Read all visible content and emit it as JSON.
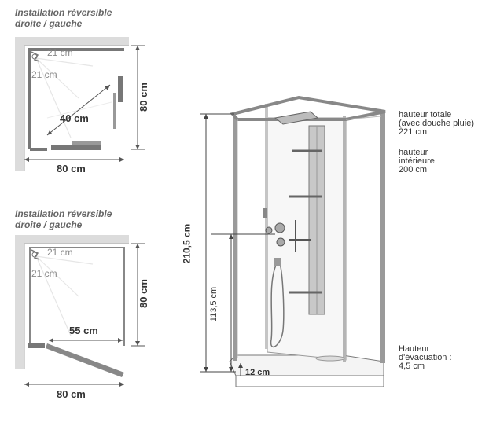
{
  "plan_top": {
    "caption_line1": "Installation réversible",
    "caption_line2": "droite / gauche",
    "angle_label_a": "21 cm",
    "angle_label_b": "21 cm",
    "door_width": "40 cm",
    "width": "80 cm",
    "depth": "80 cm"
  },
  "plan_bottom": {
    "caption_line1": "Installation réversible",
    "caption_line2": "droite / gauche",
    "angle_label_a": "21 cm",
    "angle_label_b": "21 cm",
    "door_width": "55 cm",
    "width": "80 cm",
    "depth": "80 cm"
  },
  "cabin": {
    "overall_height": "210,5 cm",
    "mixer_height": "113,5 cm",
    "tray_height": "12 cm",
    "notes": {
      "total_height_l1": "hauteur totale",
      "total_height_l2": "(avec douche pluie)",
      "total_height_l3": "221 cm",
      "inner_height_l1": "hauteur",
      "inner_height_l2": "intérieure",
      "inner_height_l3": "200 cm",
      "drain_l1": "Hauteur",
      "drain_l2": "d'évacuation :",
      "drain_l3": "4,5 cm"
    }
  },
  "colors": {
    "wall": "#d9d9d9",
    "wall_edge": "#999999",
    "frame": "#8a8a8a",
    "text": "#333333"
  }
}
